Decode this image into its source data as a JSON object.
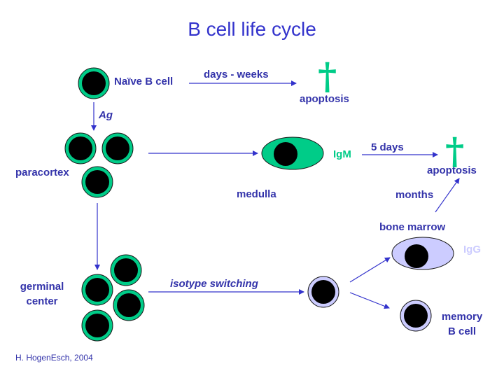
{
  "title": "B cell life cycle",
  "labels": {
    "naive": "Naïve B cell",
    "days_weeks": "days - weeks",
    "apoptosis_1": "apoptosis",
    "ag": "Ag",
    "paracortex": "paracortex",
    "medulla": "medulla",
    "igm": "IgM",
    "five_days": "5 days",
    "apoptosis_2": "apoptosis",
    "months": "months",
    "bone_marrow": "bone marrow",
    "igg": "IgG",
    "germinal_1": "germinal",
    "germinal_2": "center",
    "isotype": "isotype switching",
    "memory_1": "memory",
    "memory_2": "B cell",
    "credit": "H. HogenEsch, 2004"
  },
  "symbols": {
    "death": "†"
  },
  "colors": {
    "title": "#3333cc",
    "text": "#3333aa",
    "cell_ring": "#00cc88",
    "cell_nucleus": "#000000",
    "plasma_igm_fill": "#00cc88",
    "plasma_igg_fill": "#ccccff",
    "memory_ring": "#ccccff",
    "igm_label": "#00cc88",
    "igg_label": "#ccccff",
    "dagger": "#00cc88",
    "arrow": "#3333cc"
  }
}
